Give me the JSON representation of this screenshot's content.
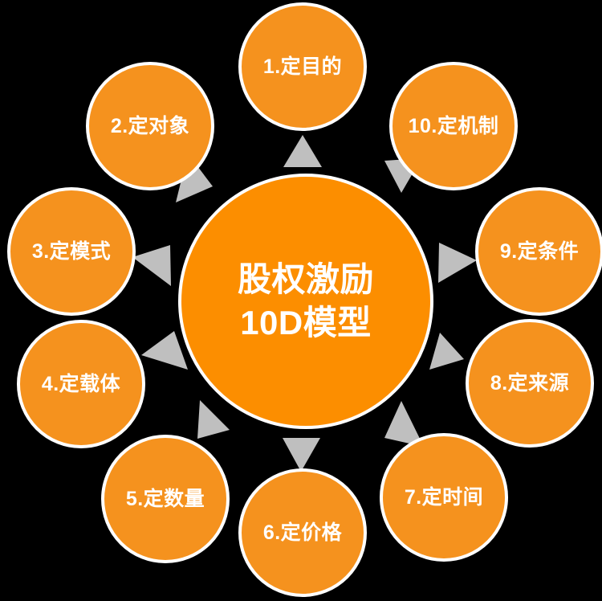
{
  "diagram": {
    "title": "股权激励\n10D模型",
    "background_color": "#000000",
    "hub": {
      "line1": "股权激励",
      "line2": "10D模型",
      "fill_color": "#FC8E00",
      "ring_color": "#FFFFFF",
      "text_color": "#FFFFFF"
    },
    "arrow_color": "#BFBFBF",
    "spoke_fill_color": "#F5921E",
    "nodes": [
      {
        "index": "1",
        "label": "1.定目的"
      },
      {
        "index": "2",
        "label": "2.定对象"
      },
      {
        "index": "3",
        "label": "3.定模式"
      },
      {
        "index": "4",
        "label": "4.定载体"
      },
      {
        "index": "5",
        "label": "5.定数量"
      },
      {
        "index": "6",
        "label": "6.定价格"
      },
      {
        "index": "7",
        "label": "7.定时间"
      },
      {
        "index": "8",
        "label": "8.定来源"
      },
      {
        "index": "9",
        "label": "9.定条件"
      },
      {
        "index": "10",
        "label": "10.定机制"
      }
    ]
  }
}
